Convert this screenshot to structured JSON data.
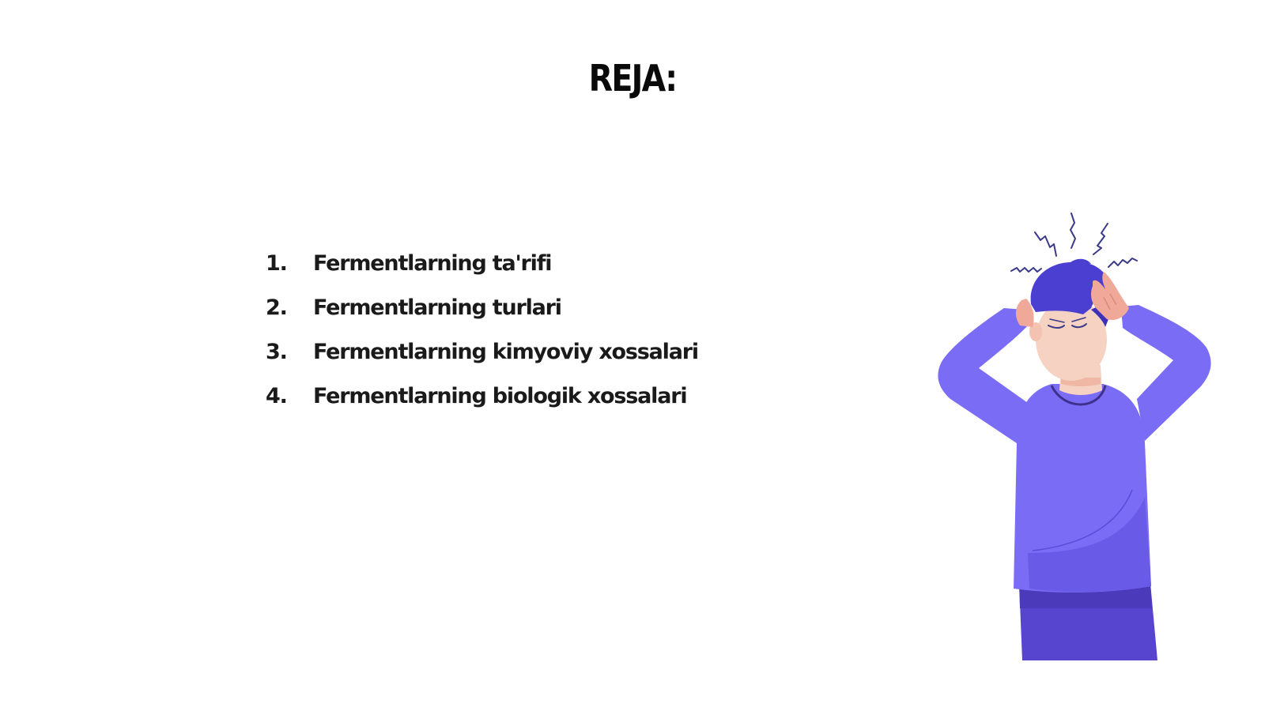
{
  "slide": {
    "title": "REJA:",
    "items": [
      {
        "number": "1.",
        "text": "Fermentlarning ta'rifi"
      },
      {
        "number": "2.",
        "text": "Fermentlarning turlari"
      },
      {
        "number": "3.",
        "text": "Fermentlarning kimyoviy xossalari"
      },
      {
        "number": "4.",
        "text": "Fermentlarning biologik xossalari"
      }
    ]
  },
  "illustration": {
    "subject": "stressed-person-holding-head",
    "colors": {
      "sweater": "#7b6cf6",
      "sweater_shadow": "#6a5ae8",
      "hair": "#4a3fd0",
      "pants": "#5845cf",
      "skin": "#f6d2c2",
      "skin_shadow": "#f0a898",
      "stress_lines": "#3b3a8a"
    }
  }
}
